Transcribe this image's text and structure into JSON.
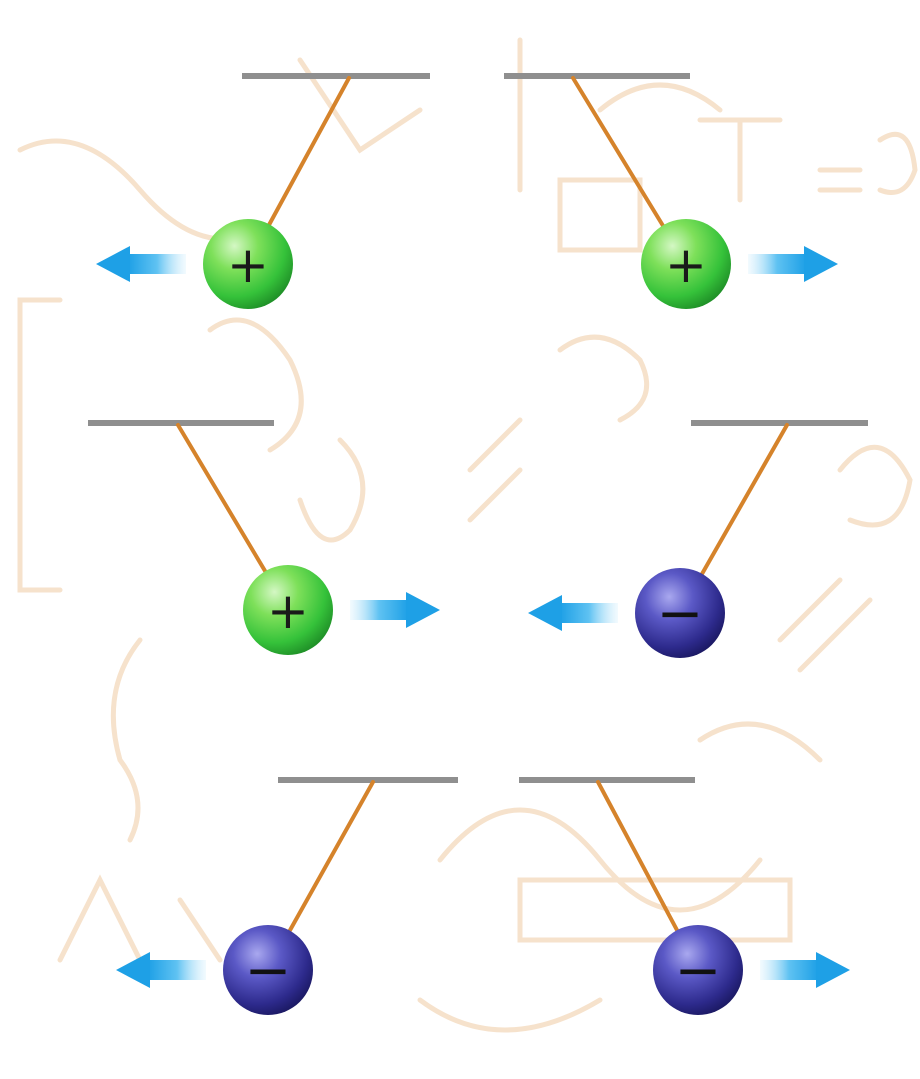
{
  "colors": {
    "background": "#ffffff",
    "watermark": "#f6e2cc",
    "support_bar": "#8f8f8f",
    "string": "#d5832b",
    "positive_charge": "#35c23a",
    "negative_charge": "#2d2a8c",
    "arrow": "#1ea0e6"
  },
  "scenes": [
    {
      "relation": "repel",
      "charges": [
        {
          "sign": "positive",
          "symbol": "+",
          "force_direction": "left"
        },
        {
          "sign": "positive",
          "symbol": "+",
          "force_direction": "right"
        }
      ]
    },
    {
      "relation": "attract",
      "charges": [
        {
          "sign": "positive",
          "symbol": "+",
          "force_direction": "right"
        },
        {
          "sign": "negative",
          "symbol": "−",
          "force_direction": "left"
        }
      ]
    },
    {
      "relation": "repel",
      "charges": [
        {
          "sign": "negative",
          "symbol": "−",
          "force_direction": "left"
        },
        {
          "sign": "negative",
          "symbol": "−",
          "force_direction": "right"
        }
      ]
    }
  ]
}
